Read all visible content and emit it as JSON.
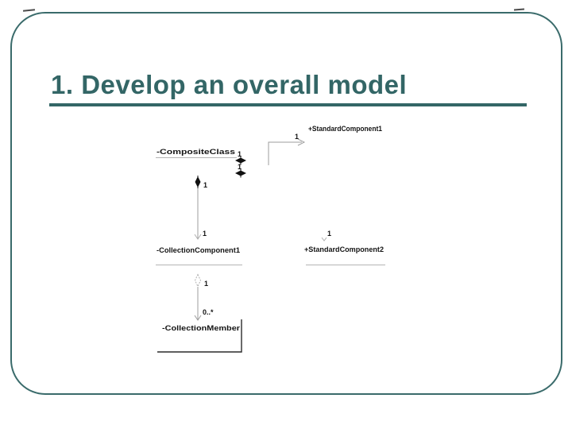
{
  "slide": {
    "title": "1. Develop an overall model",
    "accent_color": "#336666"
  },
  "diagram": {
    "nodes": {
      "composite_class": "-CompositeClass",
      "standard_component1": "+StandardComponent1",
      "collection_component1": "-CollectionComponent1",
      "standard_component2": "+StandardComponent2",
      "collection_member": "-CollectionMember"
    },
    "multiplicities": {
      "to_standard_component1": "1",
      "diamond_top": "1",
      "diamond_bottom": "1",
      "composite_end": "1",
      "collection_component_end": "1",
      "aggregation_end": "1",
      "to_standard_component2": "1",
      "collection_member_end": "0..*"
    },
    "colors": {
      "line": "#9c9c9c",
      "underline": "#b4b4b4",
      "label": "#141414"
    }
  }
}
